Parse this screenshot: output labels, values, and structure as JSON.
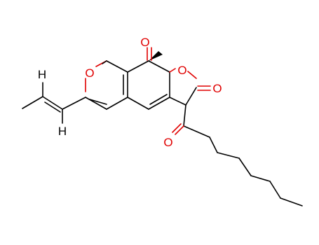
{
  "molecule": {
    "atom_labels": {
      "o_ketone_top": "O",
      "o_ring_furanone": "O",
      "o_lactone_carbonyl": "O",
      "o_pyran": "O",
      "o_acyl_carbonyl": "O",
      "h_vinyl_top": "H",
      "h_vinyl_bottom": "H"
    },
    "colors": {
      "bond": "#000000",
      "oxygen": "#e00000",
      "background": "#ffffff"
    },
    "features": [
      "wedge-bond-methyl"
    ]
  }
}
